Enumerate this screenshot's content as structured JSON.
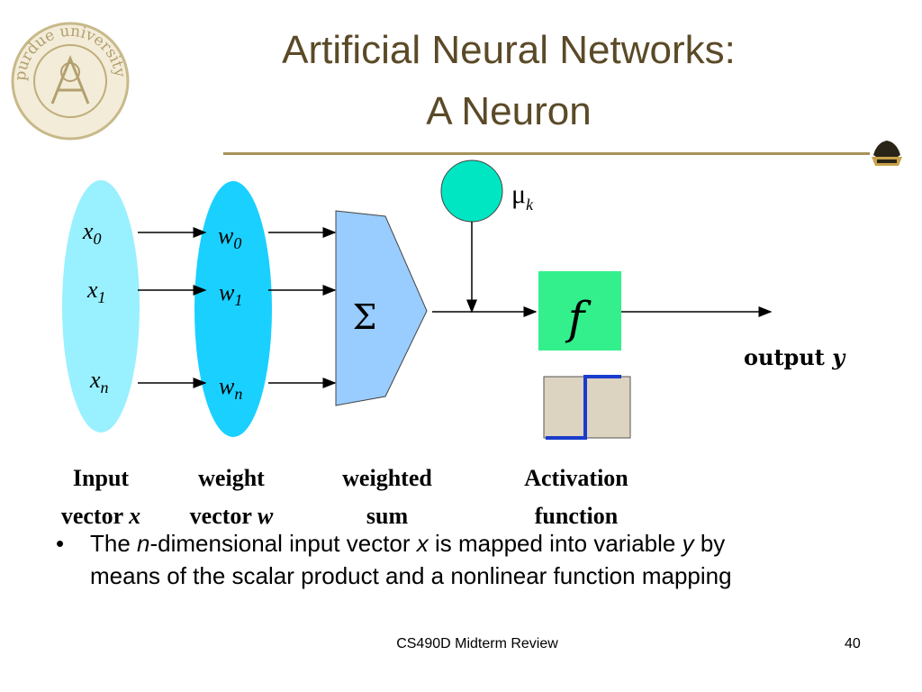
{
  "slide": {
    "title_line1": "Artificial Neural Networks:",
    "title_line2": "A  Neuron",
    "footer": "CS490D Midterm Review",
    "page_number": "40"
  },
  "seal": {
    "text": "purdue university",
    "icon": "university-seal-icon"
  },
  "corner_logo": {
    "icon": "purdue-logo-icon"
  },
  "diagram": {
    "inputs": [
      {
        "sym": "x",
        "sub": "0"
      },
      {
        "sym": "x",
        "sub": "1"
      },
      {
        "sym": "x",
        "sub": "n"
      }
    ],
    "weights": [
      {
        "sym": "w",
        "sub": "0"
      },
      {
        "sym": "w",
        "sub": "1"
      },
      {
        "sym": "w",
        "sub": "n"
      }
    ],
    "sum_symbol": "Σ",
    "bias": {
      "sym": "μ",
      "sub": "k"
    },
    "activation_symbol": "f",
    "output_label": {
      "text": "output ",
      "sym": "y"
    },
    "bottom_labels": [
      {
        "line1": "Input",
        "line2": "vector ",
        "sym": "x"
      },
      {
        "line1": "weight",
        "line2": "vector ",
        "sym": "w"
      },
      {
        "line1": "weighted",
        "line2": "sum",
        "sym": ""
      },
      {
        "line1": "Activation",
        "line2": "function",
        "sym": ""
      }
    ],
    "colors": {
      "input_ellipse": "#99f0ff",
      "weight_ellipse": "#1ad0ff",
      "summation": "#99ccff",
      "bias_circle": "#00e6c2",
      "activation_box": "#33f08c",
      "step_box": "#ddd3c1",
      "step_line": "#1a3ccc"
    }
  },
  "bullet": {
    "p1": "The ",
    "v1": "n",
    "p2": "-dimensional input vector ",
    "v2": "x",
    "p3": " is mapped into variable ",
    "v3": "y",
    "p4": "  by means of the scalar product and a nonlinear function mapping"
  }
}
